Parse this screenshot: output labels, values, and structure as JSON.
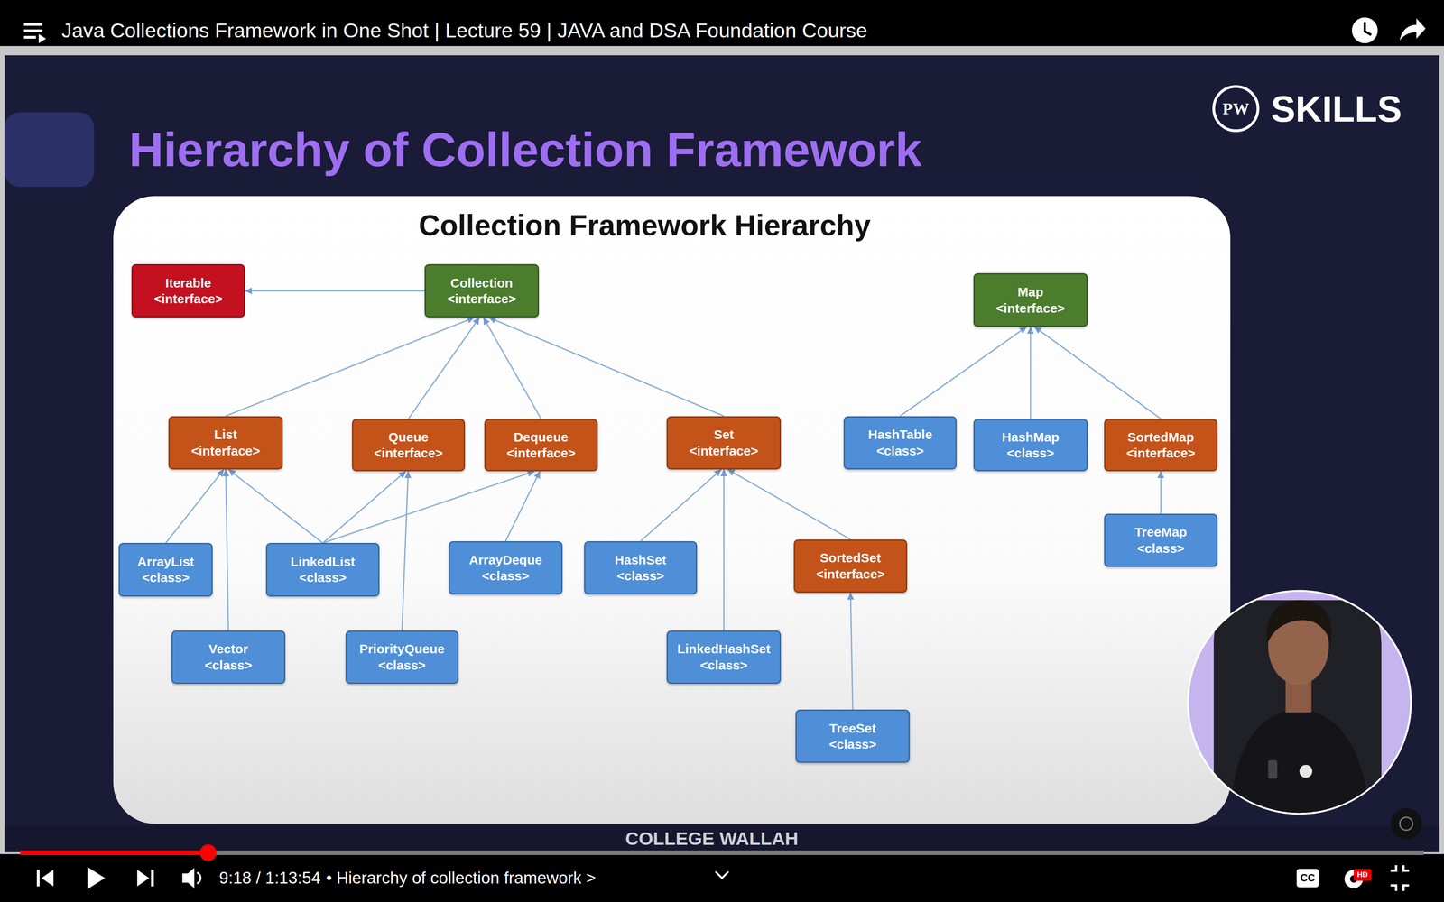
{
  "diagram": {
    "title": "Collection Framework Hierarchy",
    "nodes": [
      {
        "text": [
          "Iterable",
          "<interface>"
        ]
      },
      {
        "text": [
          "Collection",
          "<interface>"
        ]
      },
      {
        "text": [
          "Map",
          "<interface>"
        ]
      },
      {
        "text": [
          "List",
          "<interface>"
        ]
      },
      {
        "text": [
          "Queue",
          "<interface>"
        ]
      },
      {
        "text": [
          "Dequeue",
          "<interface>"
        ]
      },
      {
        "text": [
          "Set",
          "<interface>"
        ]
      },
      {
        "text": [
          "HashTable",
          "<class>"
        ]
      },
      {
        "text": [
          "HashMap",
          "<class>"
        ]
      },
      {
        "text": [
          "SortedMap",
          "<interface>"
        ]
      },
      {
        "text": [
          "ArrayList",
          "<class>"
        ]
      },
      {
        "text": [
          "LinkedList",
          "<class>"
        ]
      },
      {
        "text": [
          "ArrayDeque",
          "<class>"
        ]
      },
      {
        "text": [
          "HashSet",
          "<class>"
        ]
      },
      {
        "text": [
          "SortedSet",
          "<interface>"
        ]
      },
      {
        "text": [
          "TreeMap",
          "<class>"
        ]
      },
      {
        "text": [
          "Vector",
          "<class>"
        ]
      },
      {
        "text": [
          "PriorityQueue",
          "<class>"
        ]
      },
      {
        "text": [
          "LinkedHashSet",
          "<class>"
        ]
      },
      {
        "text": [
          "TreeSet",
          "<class>"
        ]
      }
    ],
    "edges": [
      {
        "from": 1,
        "to": 0,
        "arrow": "to"
      },
      {
        "from": 3,
        "to": 1,
        "arrow": "to"
      },
      {
        "from": 4,
        "to": 1,
        "arrow": "to"
      },
      {
        "from": 5,
        "to": 1,
        "arrow": "to"
      },
      {
        "from": 6,
        "to": 1,
        "arrow": "to"
      },
      {
        "from": 7,
        "to": 2,
        "arrow": "to"
      },
      {
        "from": 8,
        "to": 2,
        "arrow": "to"
      },
      {
        "from": 9,
        "to": 2,
        "arrow": "to"
      },
      {
        "from": 10,
        "to": 3,
        "arrow": "to"
      },
      {
        "from": 16,
        "to": 3,
        "arrow": "to"
      },
      {
        "from": 11,
        "to": 3,
        "arrow": "to"
      },
      {
        "from": 11,
        "to": 4,
        "arrow": "to"
      },
      {
        "from": 11,
        "to": 5,
        "arrow": "to"
      },
      {
        "from": 17,
        "to": 4,
        "arrow": "to"
      },
      {
        "from": 12,
        "to": 5,
        "arrow": "to"
      },
      {
        "from": 13,
        "to": 6,
        "arrow": "to"
      },
      {
        "from": 18,
        "to": 6,
        "arrow": "to"
      },
      {
        "from": 14,
        "to": 6,
        "arrow": "to"
      },
      {
        "from": 19,
        "to": 14,
        "arrow": "to"
      },
      {
        "from": 15,
        "to": 9,
        "arrow": "to"
      }
    ],
    "labels": [
      "Java Collections Framework in One Shot | Lecture 59 | JAVA and DSA Foundation Course",
      "Hierarchy of Collection Framework",
      "PW",
      "SKILLS",
      "COLLEGE WALLAH",
      "9:18 / 1:13:54",
      "• Hierarchy of collection framework >",
      "CC",
      "HD"
    ]
  }
}
